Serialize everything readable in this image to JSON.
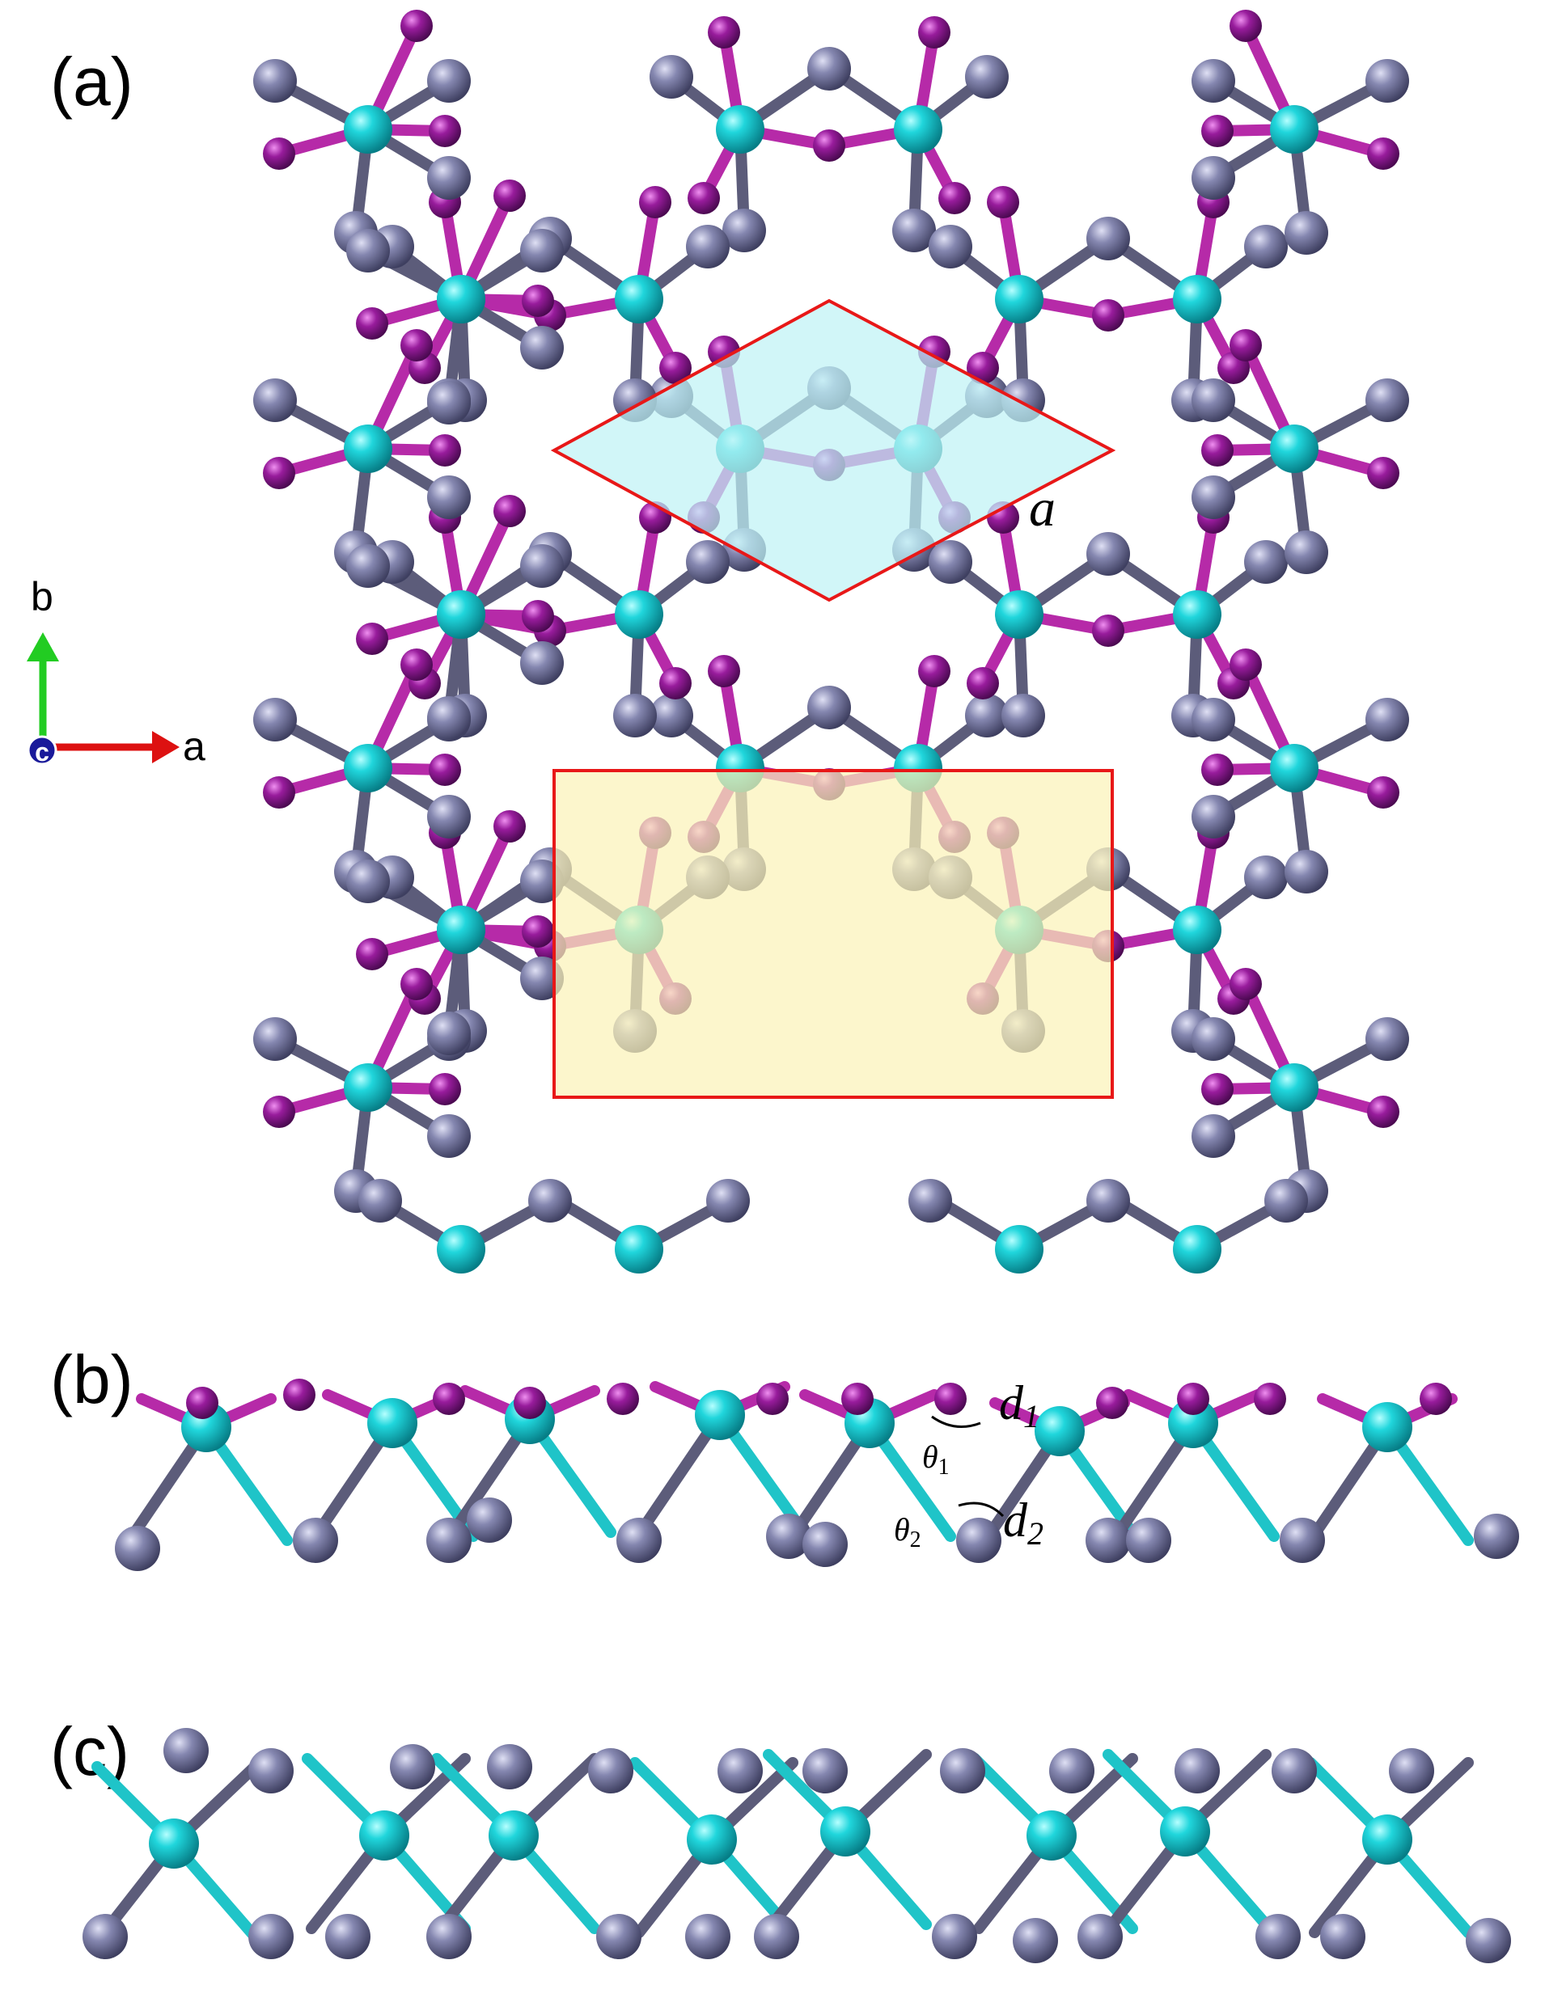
{
  "panels": {
    "a": {
      "label": "(a)"
    },
    "b": {
      "label": "(b)"
    },
    "c": {
      "label": "(c)"
    }
  },
  "axes": {
    "b_label": "b",
    "a_label": "a",
    "c_label": "c"
  },
  "annotations": {
    "lattice_constant": "a",
    "d1": "d",
    "d1_sub": "1",
    "d2": "d",
    "d2_sub": "2",
    "theta1": "θ",
    "theta1_sub": "1",
    "theta2": "θ",
    "theta2_sub": "2"
  },
  "colors": {
    "metal_atom": "#13c6cc",
    "grey_atom": "#7d7fa8",
    "purple_atom": "#8a1a8c",
    "primitive_cell_fill": "#bff2f5",
    "rect_cell_fill": "#fbf3b8",
    "cell_outline": "#e81818",
    "axis_b": "#22cc22",
    "axis_a": "#dd1111",
    "axis_c": "#1a1a9a"
  }
}
